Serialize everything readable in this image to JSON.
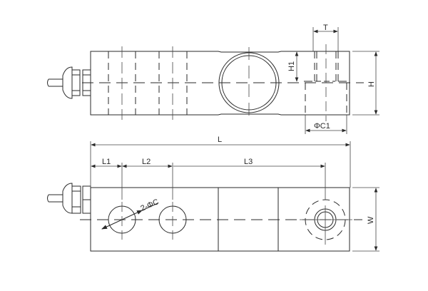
{
  "drawing": {
    "subject": "Single-ended shear beam load cell",
    "top_view": {
      "dimensions": {
        "T": "T",
        "H1": "H1",
        "H": "H",
        "C1": "ΦC1"
      }
    },
    "bottom_view": {
      "dimensions": {
        "L": "L",
        "L1": "L1",
        "L2": "L2",
        "L3": "L3",
        "W": "W",
        "holes": "2-ΦC"
      }
    },
    "colors": {
      "line": "#2a2a2a",
      "background": "#ffffff"
    }
  }
}
